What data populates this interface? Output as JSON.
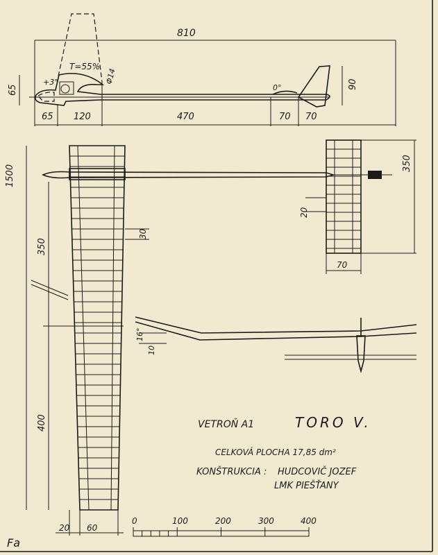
{
  "side_view": {
    "overall_length": "810",
    "tow_percent": "T=55%",
    "wing_incidence": "+3°",
    "tube_diameter": "Φ14",
    "stab_incidence": "0°",
    "nose_height": "65",
    "fin_height": "90",
    "segments": [
      "65",
      "120",
      "470",
      "70",
      "70"
    ]
  },
  "top_view": {
    "span": "1500",
    "inner_panel": "350",
    "outer_panel": "400",
    "rib_spacing": "30",
    "tip_offset": "20",
    "tip_chord": "60",
    "stab_span": "350",
    "stab_offset": "20",
    "stab_chord": "70"
  },
  "front_view": {
    "dihedral_angle": "16°",
    "dihedral_height": "10"
  },
  "scale": {
    "ticks": [
      "0",
      "100",
      "200",
      "300",
      "400"
    ]
  },
  "title_block": {
    "type": "VETROŇ A1",
    "name": "TORO V.",
    "area": "CELKOVÁ PLOCHA 17,85 dm²",
    "designer_label": "KONŠTRUKCIA :",
    "designer": "HUDCOVIČ JOZEF",
    "club": "LMK PIEŠŤANY"
  },
  "signature": "Fa"
}
